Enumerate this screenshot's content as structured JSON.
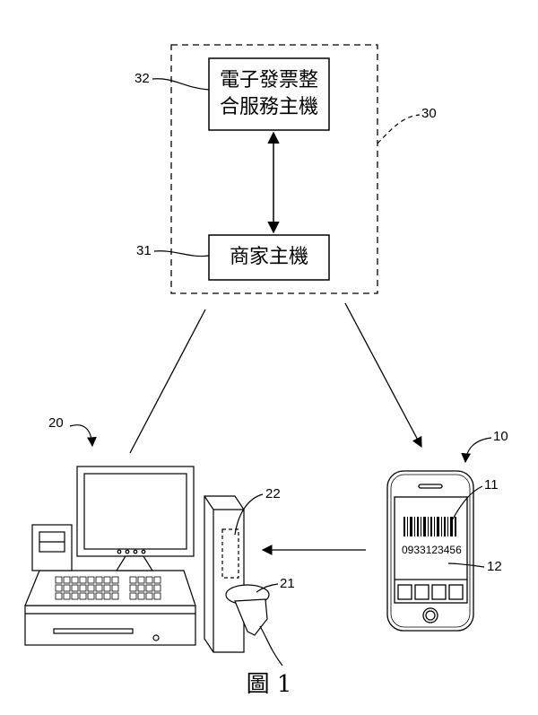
{
  "boxes": {
    "invoice_host_line1": "電子發票整",
    "invoice_host_line2": "合服務主機",
    "merchant_host": "商家主機"
  },
  "refs": {
    "r30": "30",
    "r31": "31",
    "r32": "32",
    "r20": "20",
    "r22": "22",
    "r21": "21",
    "r10": "10",
    "r11": "11",
    "r12": "12"
  },
  "phone": {
    "number": "0933123456"
  },
  "caption": {
    "text": "圖 1"
  }
}
